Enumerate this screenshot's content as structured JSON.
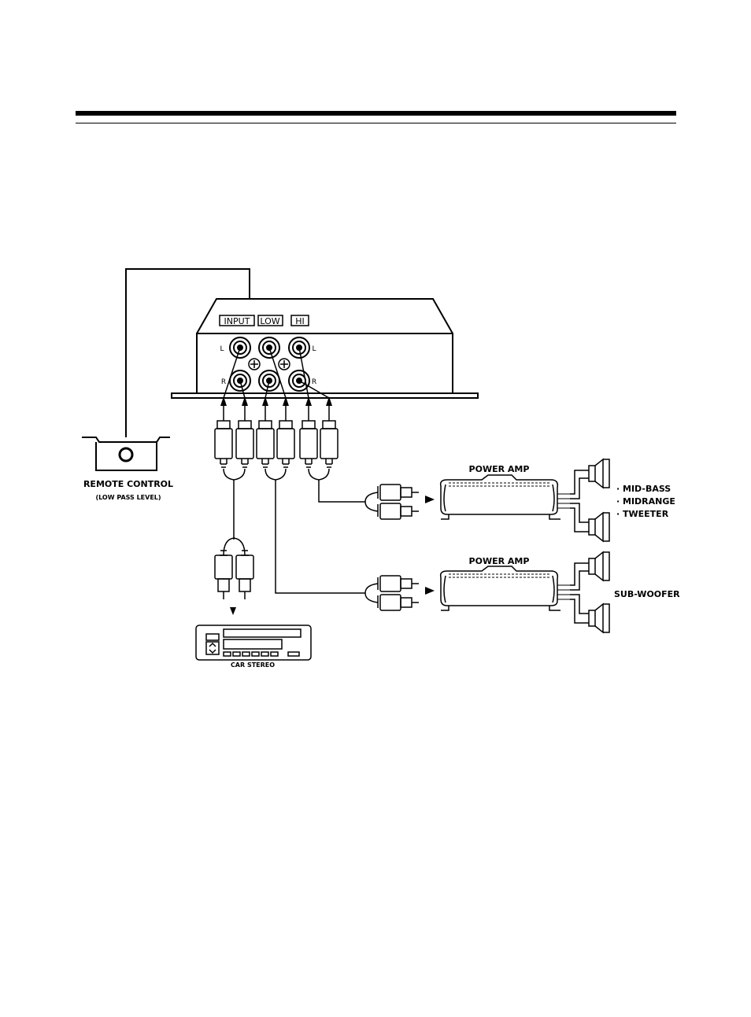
{
  "panel": {
    "input": "INPUT",
    "low": "LOW",
    "hi": "HI",
    "left": "L",
    "right": "R"
  },
  "remote": {
    "title": "REMOTE CONTROL",
    "subtitle": "(LOW PASS LEVEL)"
  },
  "amps": {
    "top": "POWER AMP",
    "bottom": "POWER AMP"
  },
  "speakers": {
    "top": [
      "· MID-BASS",
      "· MIDRANGE",
      "· TWEETER"
    ],
    "bottom": "SUB-WOOFER"
  },
  "head_unit": "CAR STEREO"
}
